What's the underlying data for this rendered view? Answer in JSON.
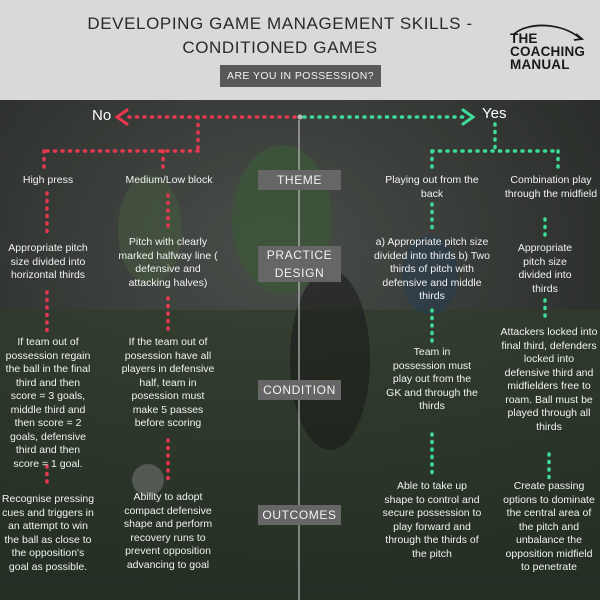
{
  "header": {
    "title_line1": "DEVELOPING GAME MANAGEMENT SKILLS -",
    "title_line2": "CONDITIONED GAMES",
    "question": "ARE YOU IN POSSESSION?"
  },
  "logo": {
    "line1": "THE",
    "line2": "COACHING",
    "line3": "MANUAL"
  },
  "branches": {
    "no": "No",
    "yes": "Yes"
  },
  "labels": {
    "theme": "THEME",
    "practice_design_1": "PRACTICE",
    "practice_design_2": "DESIGN",
    "condition": "CONDITION",
    "outcomes": "OUTCOMES"
  },
  "columns": {
    "high_press": {
      "theme": "High press",
      "practice": "Appropriate pitch size divided into horizontal thirds",
      "condition": "If team out of possession regain the ball in the final third and then score = 3 goals, middle third and then score = 2 goals, defensive third and then score = 1 goal.",
      "outcome": "Recognise pressing cues and triggers in an attempt to win the ball as close to the opposition's goal as possible."
    },
    "medium_low_block": {
      "theme": "Medium/Low block",
      "practice": "Pitch with clearly marked halfway line ( defensive and attacking halves)",
      "condition": "If the team out of posession have all players in defensive half, team in posession must make 5 passes before scoring",
      "outcome": "Ability to adopt compact defensive shape and perform recovery runs to prevent opposition advancing to goal"
    },
    "playing_out": {
      "theme": "Playing out from the back",
      "practice": "a) Appropriate pitch size divided into thirds b) Two thirds of pitch with defensive and middle thirds",
      "condition": "Team in possession must play out from the GK and through the thirds",
      "outcome": "Able to take up shape to control and secure possession to play forward and through the thirds of the pitch"
    },
    "combination_play": {
      "theme": "Combination play through the midfield",
      "practice": "Appropriate pitch size divided into thirds",
      "condition": "Attackers locked into final third, defenders locked into defensive third and midfielders free to roam. Ball must be played through all thirds",
      "outcome": "Create passing options to dominate the central area of the pitch and unbalance the opposition midfield to penetrate"
    }
  },
  "colors": {
    "no_branch": "#e8384f",
    "yes_branch": "#3ddc97",
    "label_box": "#666666"
  }
}
